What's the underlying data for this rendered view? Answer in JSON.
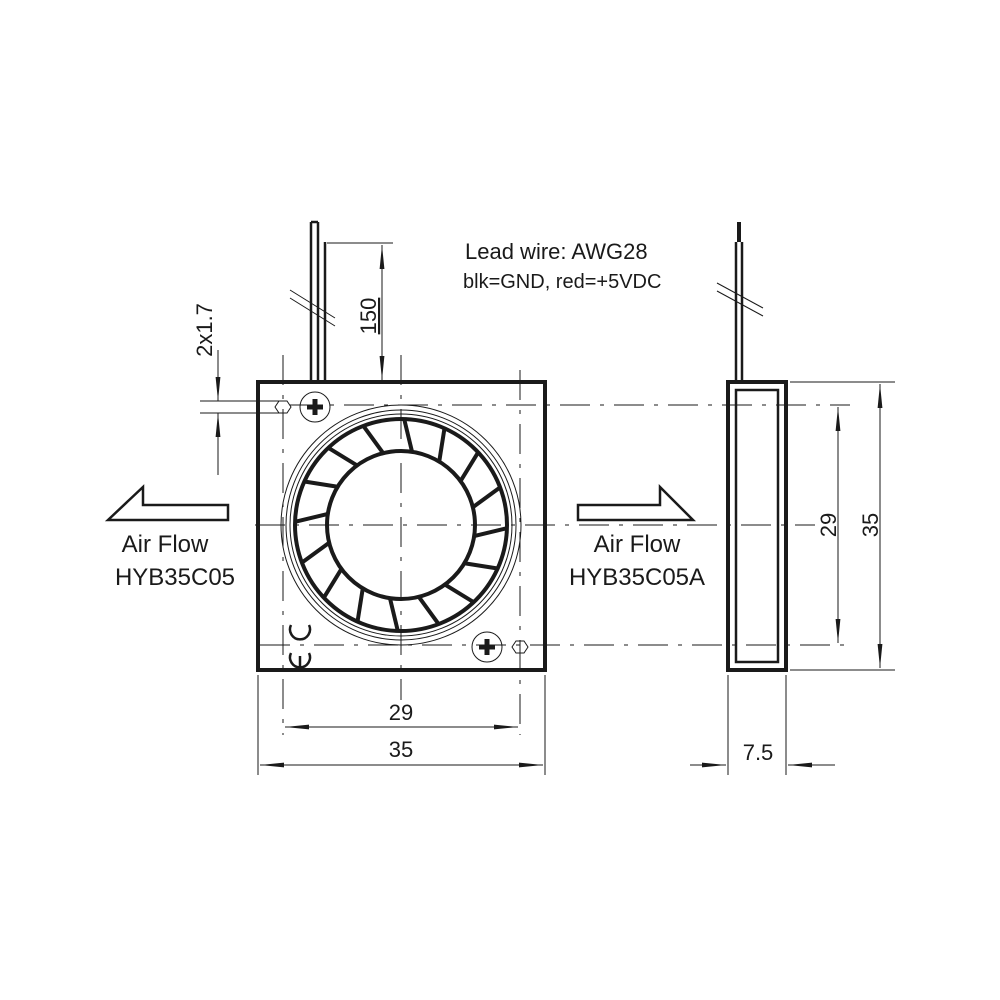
{
  "drawing": {
    "lead_wire_line1": "Lead wire: AWG28",
    "lead_wire_line2": "blk=GND, red=+5VDC",
    "left_view": {
      "airflow_label": "Air Flow",
      "model": "HYB35C05",
      "hole_dim": "2x1.7",
      "wire_length_dim": "150",
      "hole_spacing_dim": "29",
      "width_dim": "35",
      "cert_mark": "CE"
    },
    "right_view": {
      "airflow_label": "Air Flow",
      "model": "HYB35C05A",
      "hole_spacing_dim": "29",
      "height_dim": "35",
      "thickness_dim": "7.5"
    }
  }
}
